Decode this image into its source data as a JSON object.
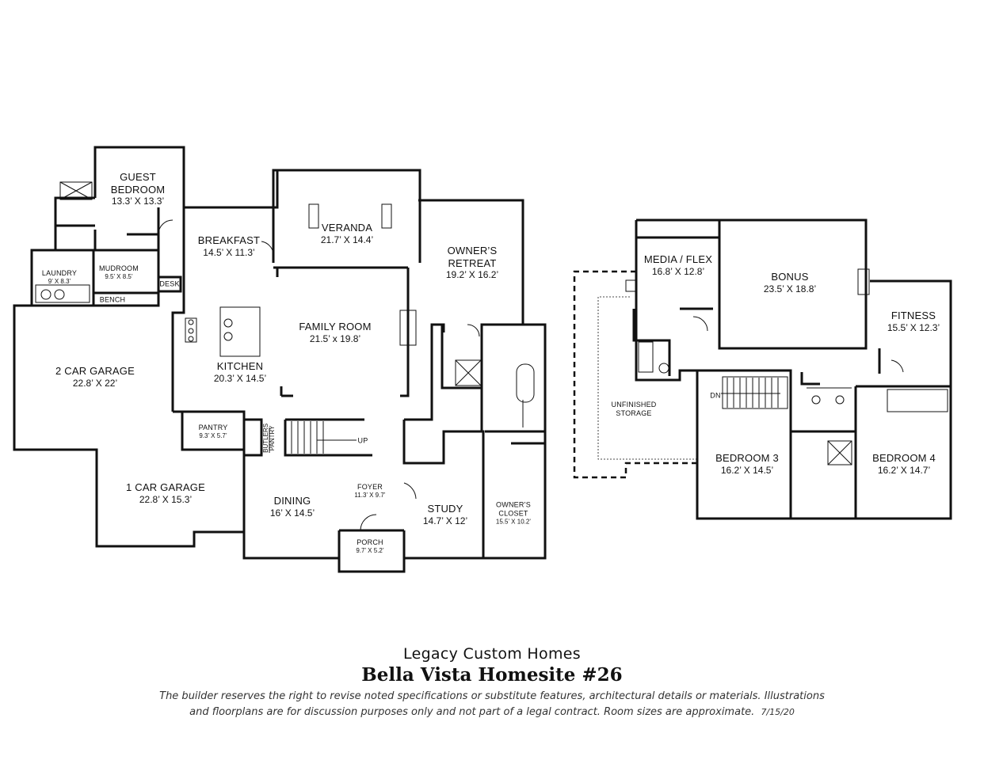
{
  "first_floor": {
    "rooms": [
      {
        "id": "guest-bedroom",
        "name": "GUEST\nBEDROOM",
        "dims": "13.3’ X 13.3’"
      },
      {
        "id": "breakfast",
        "name": "BREAKFAST",
        "dims": "14.5’ X 11.3’"
      },
      {
        "id": "veranda",
        "name": "VERANDA",
        "dims": "21.7’ X 14.4’"
      },
      {
        "id": "owners-retreat",
        "name": "OWNER’S\nRETREAT",
        "dims": "19.2’ X 16.2’"
      },
      {
        "id": "laundry",
        "name": "LAUNDRY",
        "dims": "9’ X 8.3’"
      },
      {
        "id": "mudroom",
        "name": "MUDROOM",
        "dims": "9.5’ X 8.5’"
      },
      {
        "id": "family-room",
        "name": "FAMILY ROOM",
        "dims": "21.5’ x 19.8’"
      },
      {
        "id": "kitchen",
        "name": "KITCHEN",
        "dims": "20.3’ X 14.5’"
      },
      {
        "id": "two-car-garage",
        "name": "2 CAR GARAGE",
        "dims": "22.8’ X 22’"
      },
      {
        "id": "pantry",
        "name": "PANTRY",
        "dims": "9.3’ X 5.7’"
      },
      {
        "id": "one-car-garage",
        "name": "1 CAR GARAGE",
        "dims": "22.8’ X 15.3’"
      },
      {
        "id": "dining",
        "name": "DINING",
        "dims": "16’ X 14.5’"
      },
      {
        "id": "foyer",
        "name": "FOYER",
        "dims": "11.3’ X 9.7’"
      },
      {
        "id": "study",
        "name": "STUDY",
        "dims": "14.7’ X 12’"
      },
      {
        "id": "owners-closet",
        "name": "OWNER’S\nCLOSET",
        "dims": "15.5’ X 10.2’"
      },
      {
        "id": "porch",
        "name": "PORCH",
        "dims": "9.7’ X 5.2’"
      }
    ],
    "labels": {
      "bench": "BENCH",
      "desk": "DESK",
      "butlers_pantry": "BUTLERS\nPANTRY",
      "up": "UP"
    }
  },
  "second_floor": {
    "rooms": [
      {
        "id": "media-flex",
        "name": "MEDIA / FLEX",
        "dims": "16.8’ X 12.8’"
      },
      {
        "id": "bonus",
        "name": "BONUS",
        "dims": "23.5’ X 18.8’"
      },
      {
        "id": "fitness",
        "name": "FITNESS",
        "dims": "15.5’ X 12.3’"
      },
      {
        "id": "unfinished-storage",
        "name": "UNFINISHED\nSTORAGE",
        "dims": ""
      },
      {
        "id": "bedroom-3",
        "name": "BEDROOM 3",
        "dims": "16.2’ X 14.5’"
      },
      {
        "id": "bedroom-4",
        "name": "BEDROOM 4",
        "dims": "16.2’ X 14.7’"
      }
    ],
    "labels": {
      "dn": "DN"
    }
  },
  "footer": {
    "company": "Legacy Custom Homes",
    "project": "Bella Vista Homesite #26",
    "disclaimer_line1": "The builder reserves the right to revise noted specifications or substitute features, architectural details or materials. Illustrations",
    "disclaimer_line2": "and floorplans are for discussion purposes only and not part of a legal contract. Room sizes are approximate.",
    "date": "7/15/20"
  }
}
